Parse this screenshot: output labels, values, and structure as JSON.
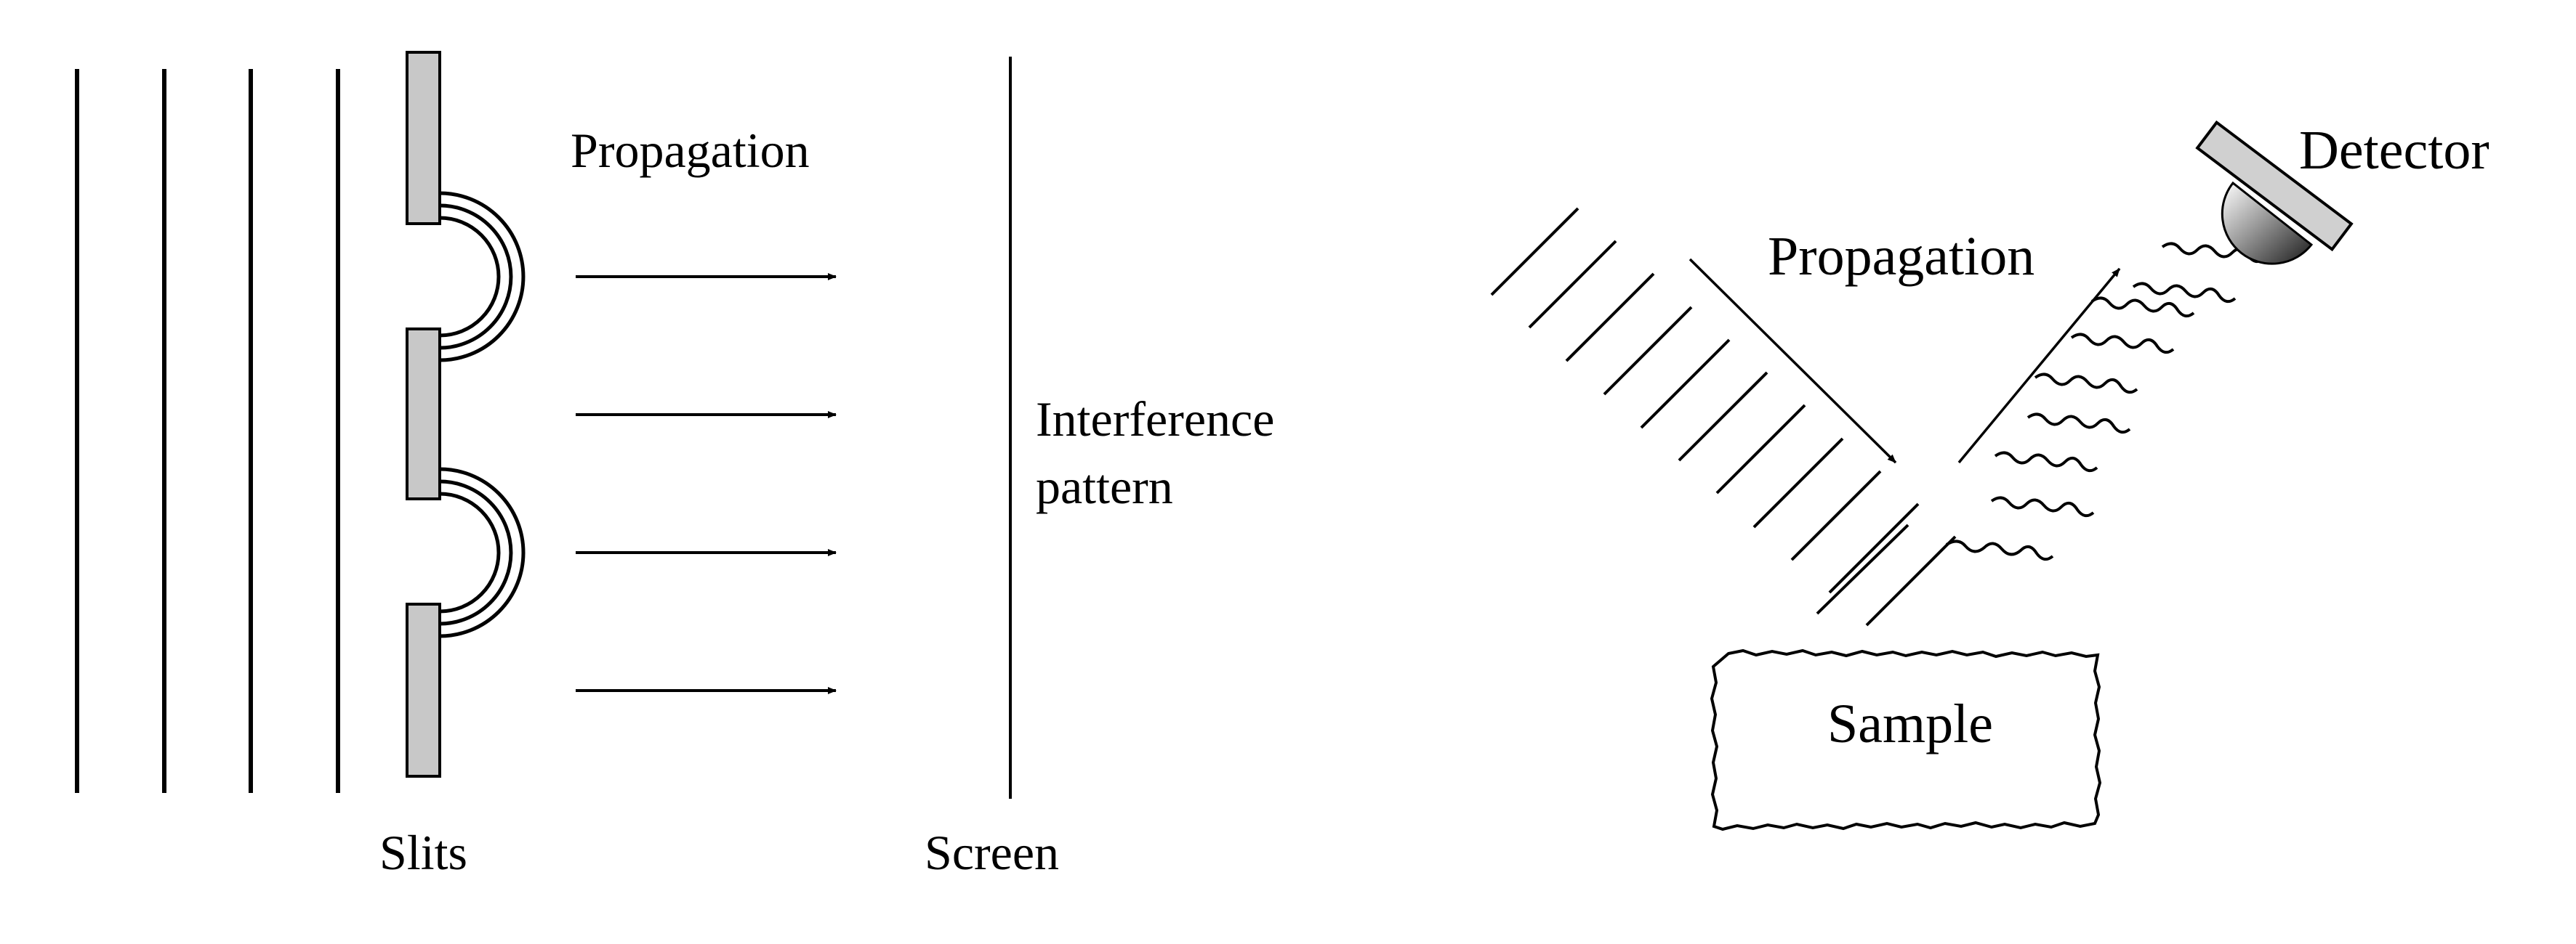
{
  "left_panel": {
    "propagation_label": "Propagation",
    "interference_line1": "Interference",
    "interference_line2": "pattern",
    "slits_label": "Slits",
    "screen_label": "Screen"
  },
  "right_panel": {
    "propagation_label": "Propagation",
    "detector_label": "Detector",
    "sample_label": "Sample"
  },
  "colors": {
    "ink": "#000000",
    "slit_fill": "#c8c8c8",
    "detector_plate": "#d0d0d0",
    "background": "#ffffff"
  }
}
